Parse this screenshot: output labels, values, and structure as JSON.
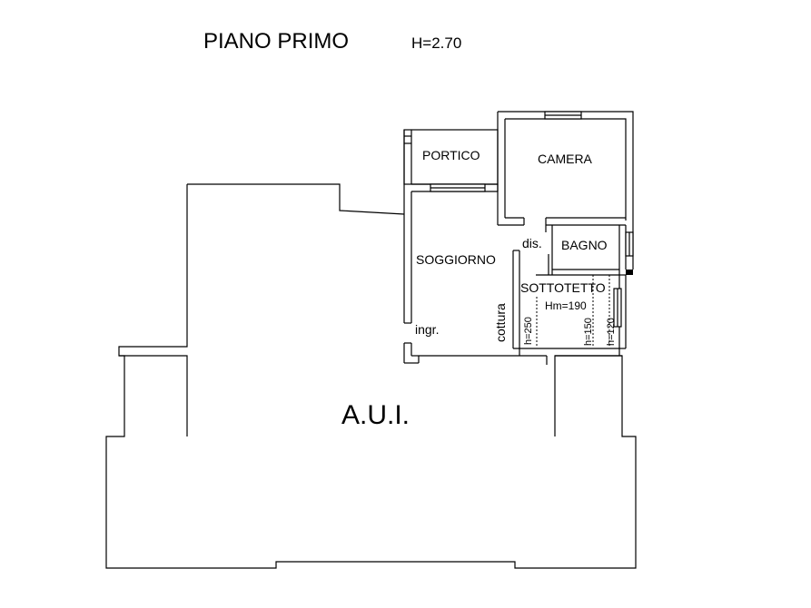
{
  "plan": {
    "title": "PIANO PRIMO",
    "height": "H=2.70",
    "rooms": {
      "portico": "PORTICO",
      "camera": "CAMERA",
      "dis": "dis.",
      "bagno": "BAGNO",
      "soggiorno": "SOGGIORNO",
      "sottotetto": "SOTTOTETTO",
      "sottotetto_hm": "Hm=190",
      "ingr": "ingr.",
      "cottura": "cottura"
    },
    "heights": {
      "h250": "h=250",
      "h150": "h=150",
      "h120": "h=120"
    },
    "aui": "A.U.I."
  },
  "colors": {
    "line": "#000000",
    "wall_fill": "#ffffff",
    "background": "#ffffff"
  }
}
